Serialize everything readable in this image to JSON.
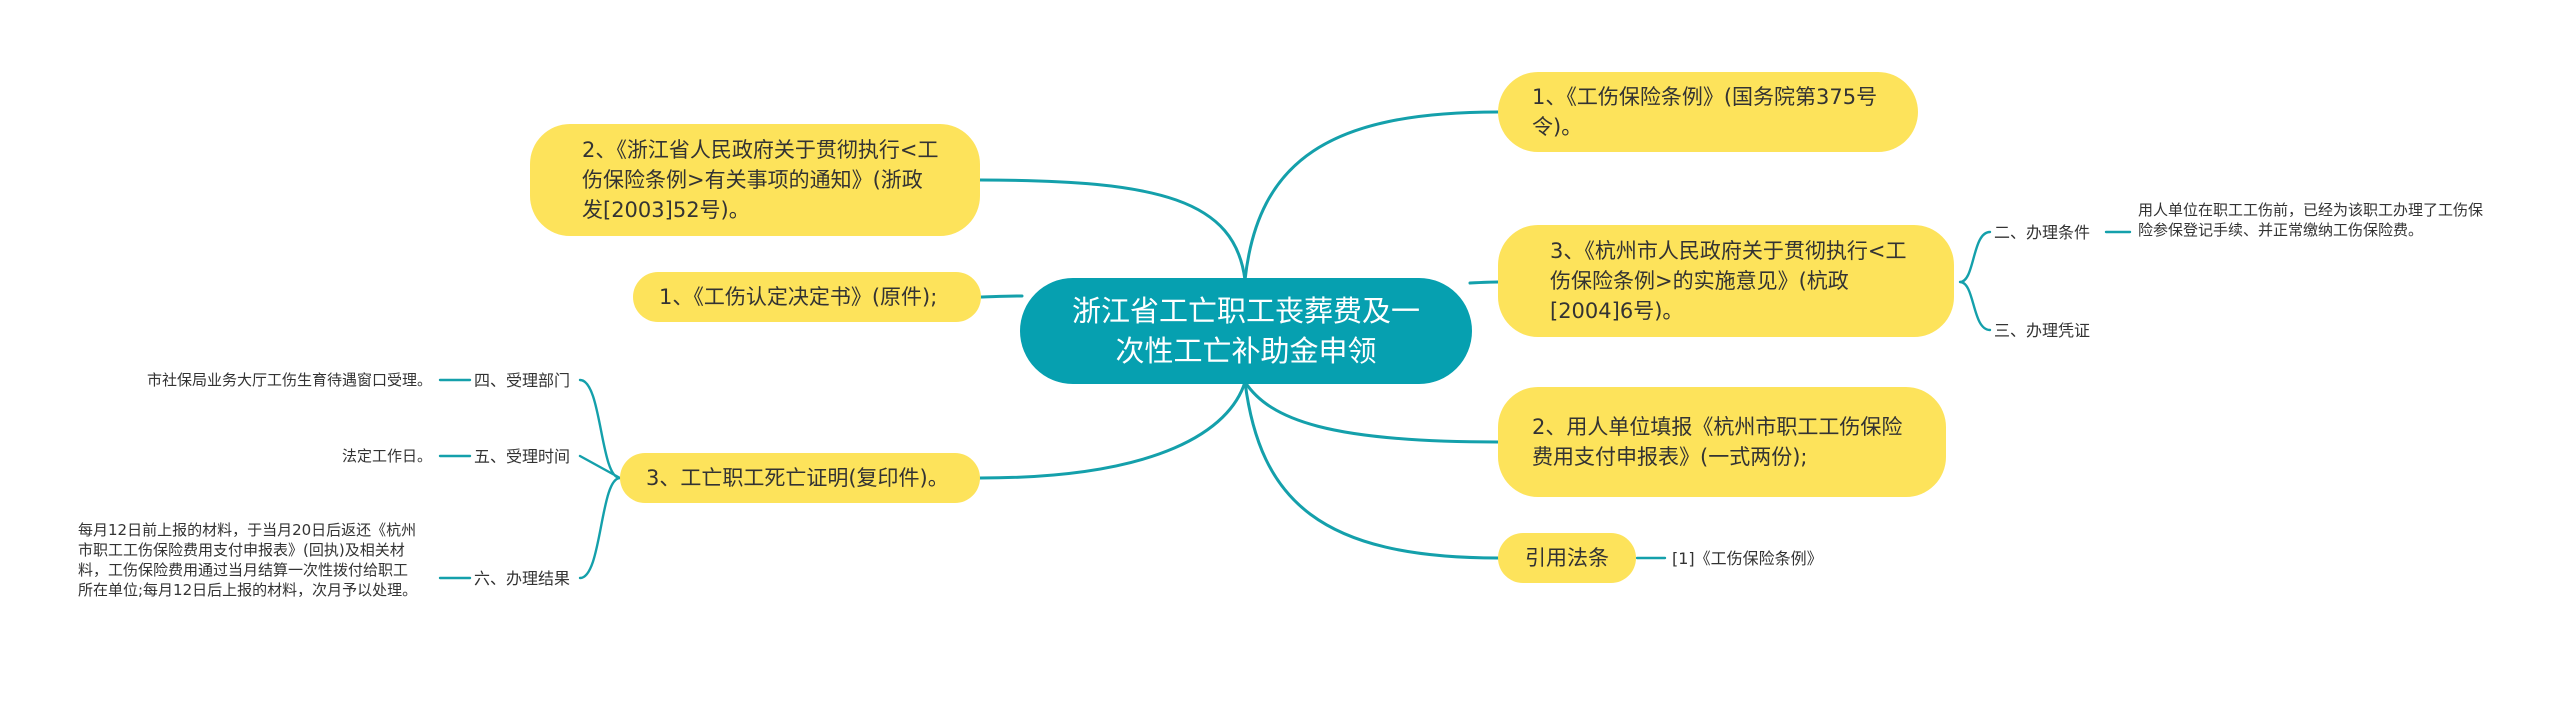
{
  "colors": {
    "root": "#06a0b0",
    "branch": "#fde35b",
    "line": "#14a0ab"
  },
  "root": {
    "title": "浙江省工亡职工丧葬费及一次性工亡补助金申领"
  },
  "right": {
    "reg1": "1、《工伤保险条例》(国务院第375号令)。",
    "reg3": "3、《杭州市人民政府关于贯彻执行<工伤保险条例>的实施意见》(杭政[2004]6号)。",
    "reg3_children": {
      "cond_label": "二、办理条件",
      "cond_text": "用人单位在职工工伤前，已经为该职工办理了工伤保险参保登记手续、并正常缴纳工伤保险费。",
      "cert_label": "三、办理凭证"
    },
    "form2": "2、用人单位填报《杭州市职工工伤保险费用支付申报表》(一式两份);",
    "law": "引用法条",
    "law_child": "[1]《工伤保险条例》"
  },
  "left": {
    "doc2": "2、《浙江省人民政府关于贯彻执行<工伤保险条例>有关事项的通知》(浙政发[2003]52号)。",
    "doc1": "1、《工伤认定决定书》(原件);",
    "doc3": "3、工亡职工死亡证明(复印件)。",
    "doc3_children": {
      "dept_label": "四、受理部门",
      "dept_text": "市社保局业务大厅工伤生育待遇窗口受理。",
      "time_label": "五、受理时间",
      "time_text": "法定工作日。",
      "result_label": "六、办理结果",
      "result_text": "每月12日前上报的材料，于当月20日后返还《杭州市职工工伤保险费用支付申报表》(回执)及相关材料，工伤保险费用通过当月结算一次性拨付给职工所在单位;每月12日后上报的材料，次月予以处理。"
    }
  }
}
